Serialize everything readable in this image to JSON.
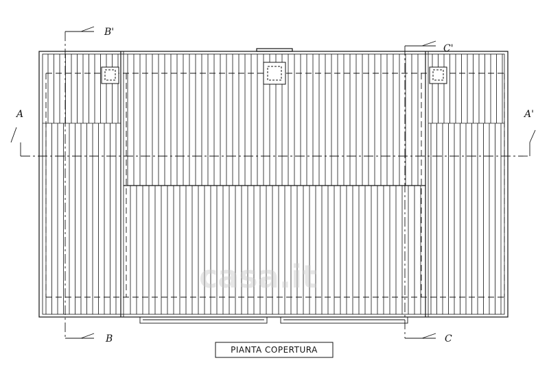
{
  "drawing": {
    "title": "PIANTA COPERTURA",
    "watermark": "casa.it",
    "sections": {
      "a_left": "A",
      "a_right": "A'",
      "b_top": "B'",
      "b_bottom": "B",
      "c_top": "C'",
      "c_bottom": "C"
    },
    "colors": {
      "line": "#111111",
      "background": "#ffffff"
    }
  }
}
